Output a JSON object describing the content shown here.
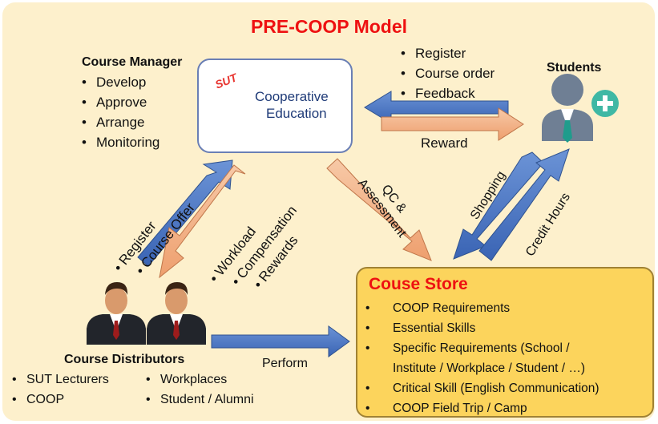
{
  "title": "PRE-COOP Model",
  "course_manager": {
    "heading": "Course Manager",
    "items": [
      "Develop",
      "Approve",
      "Arrange",
      "Monitoring"
    ]
  },
  "coop_logo": {
    "badge": "SUT",
    "line1": "Cooperative",
    "line2": "Education"
  },
  "student_actions": [
    "Register",
    "Course order",
    "Feedback"
  ],
  "students_label": "Students",
  "reward_label": "Reward",
  "manager_to_distributors": [
    "Register",
    "Course Offer"
  ],
  "distributors_to_manager": [
    "Workload",
    "Compensation",
    "Rewards"
  ],
  "qc_label": {
    "line1": "QC &",
    "line2": "Assessment"
  },
  "shopping_label": "Shopping",
  "credit_label": "Credit Hours",
  "perform_label": "Perform",
  "distributors": {
    "heading": "Course Distributors",
    "left": [
      "SUT Lecturers",
      "COOP"
    ],
    "right": [
      "Workplaces",
      "Student / Alumni"
    ]
  },
  "store": {
    "title": "Couse Store",
    "items": [
      "COOP Requirements",
      "Essential Skills",
      "Specific Requirements (School /",
      "Institute / Workplace / Student / …)",
      "Critical Skill (English Communication)",
      "COOP Field Trip / Camp"
    ]
  },
  "colors": {
    "title": "#ee1111",
    "blue_arrow": "#4472c4",
    "peach_arrow": "#f4b183",
    "store_fill": "#fcd45c",
    "panel": "#fdf0cc"
  }
}
